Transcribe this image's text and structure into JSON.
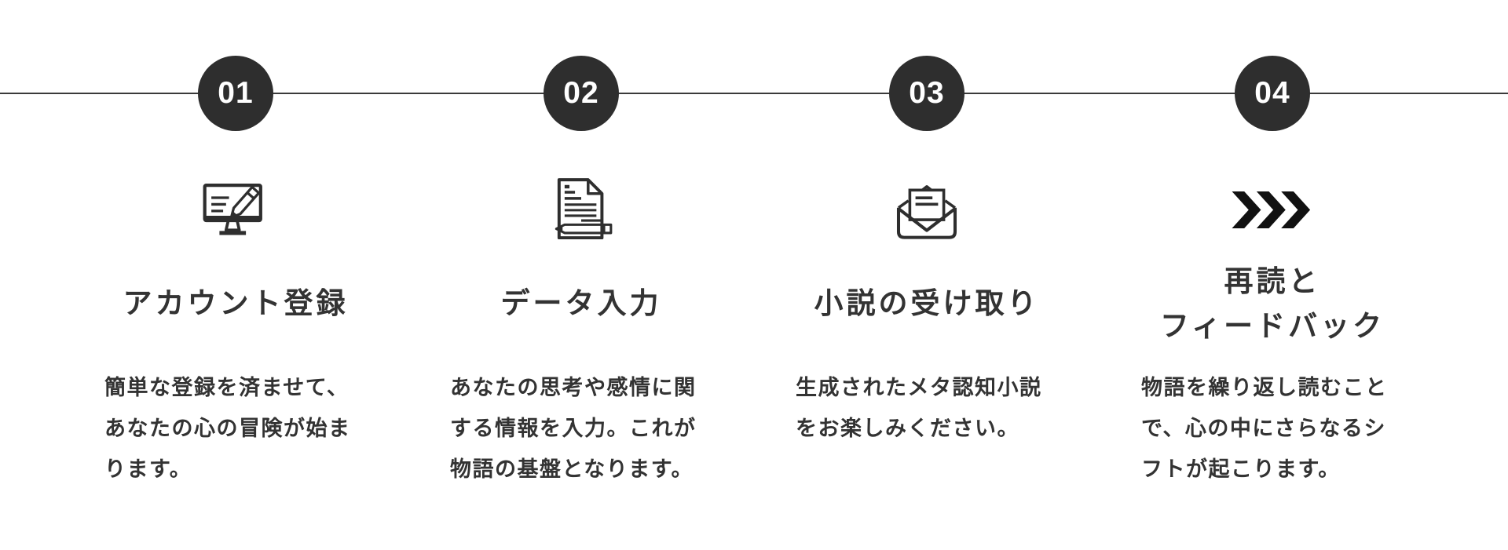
{
  "colors": {
    "background": "#ffffff",
    "divider": "#3a3a3a",
    "circle_fill": "#2e2e2e",
    "circle_text": "#ffffff",
    "text": "#333333",
    "icon_stroke": "#2e2e2e",
    "chevron_fill": "#111111"
  },
  "steps": [
    {
      "number": "01",
      "icon": "monitor-edit-icon",
      "title": "アカウント登録",
      "description": "簡単な登録を済ませて、\nあなたの心の冒険が始ま\nります。"
    },
    {
      "number": "02",
      "icon": "document-pen-icon",
      "title": "データ入力",
      "description": "あなたの思考や感情に関\nする情報を入力。これが\n物語の基盤となります。"
    },
    {
      "number": "03",
      "icon": "envelope-open-icon",
      "title": "小説の受け取り",
      "description": "生成されたメタ認知小説\nをお楽しみください。"
    },
    {
      "number": "04",
      "icon": "chevrons-right-icon",
      "title": "再読と\nフィードバック",
      "description": "物語を繰り返し読むこと\nで、心の中にさらなるシ\nフトが起こります。"
    }
  ]
}
